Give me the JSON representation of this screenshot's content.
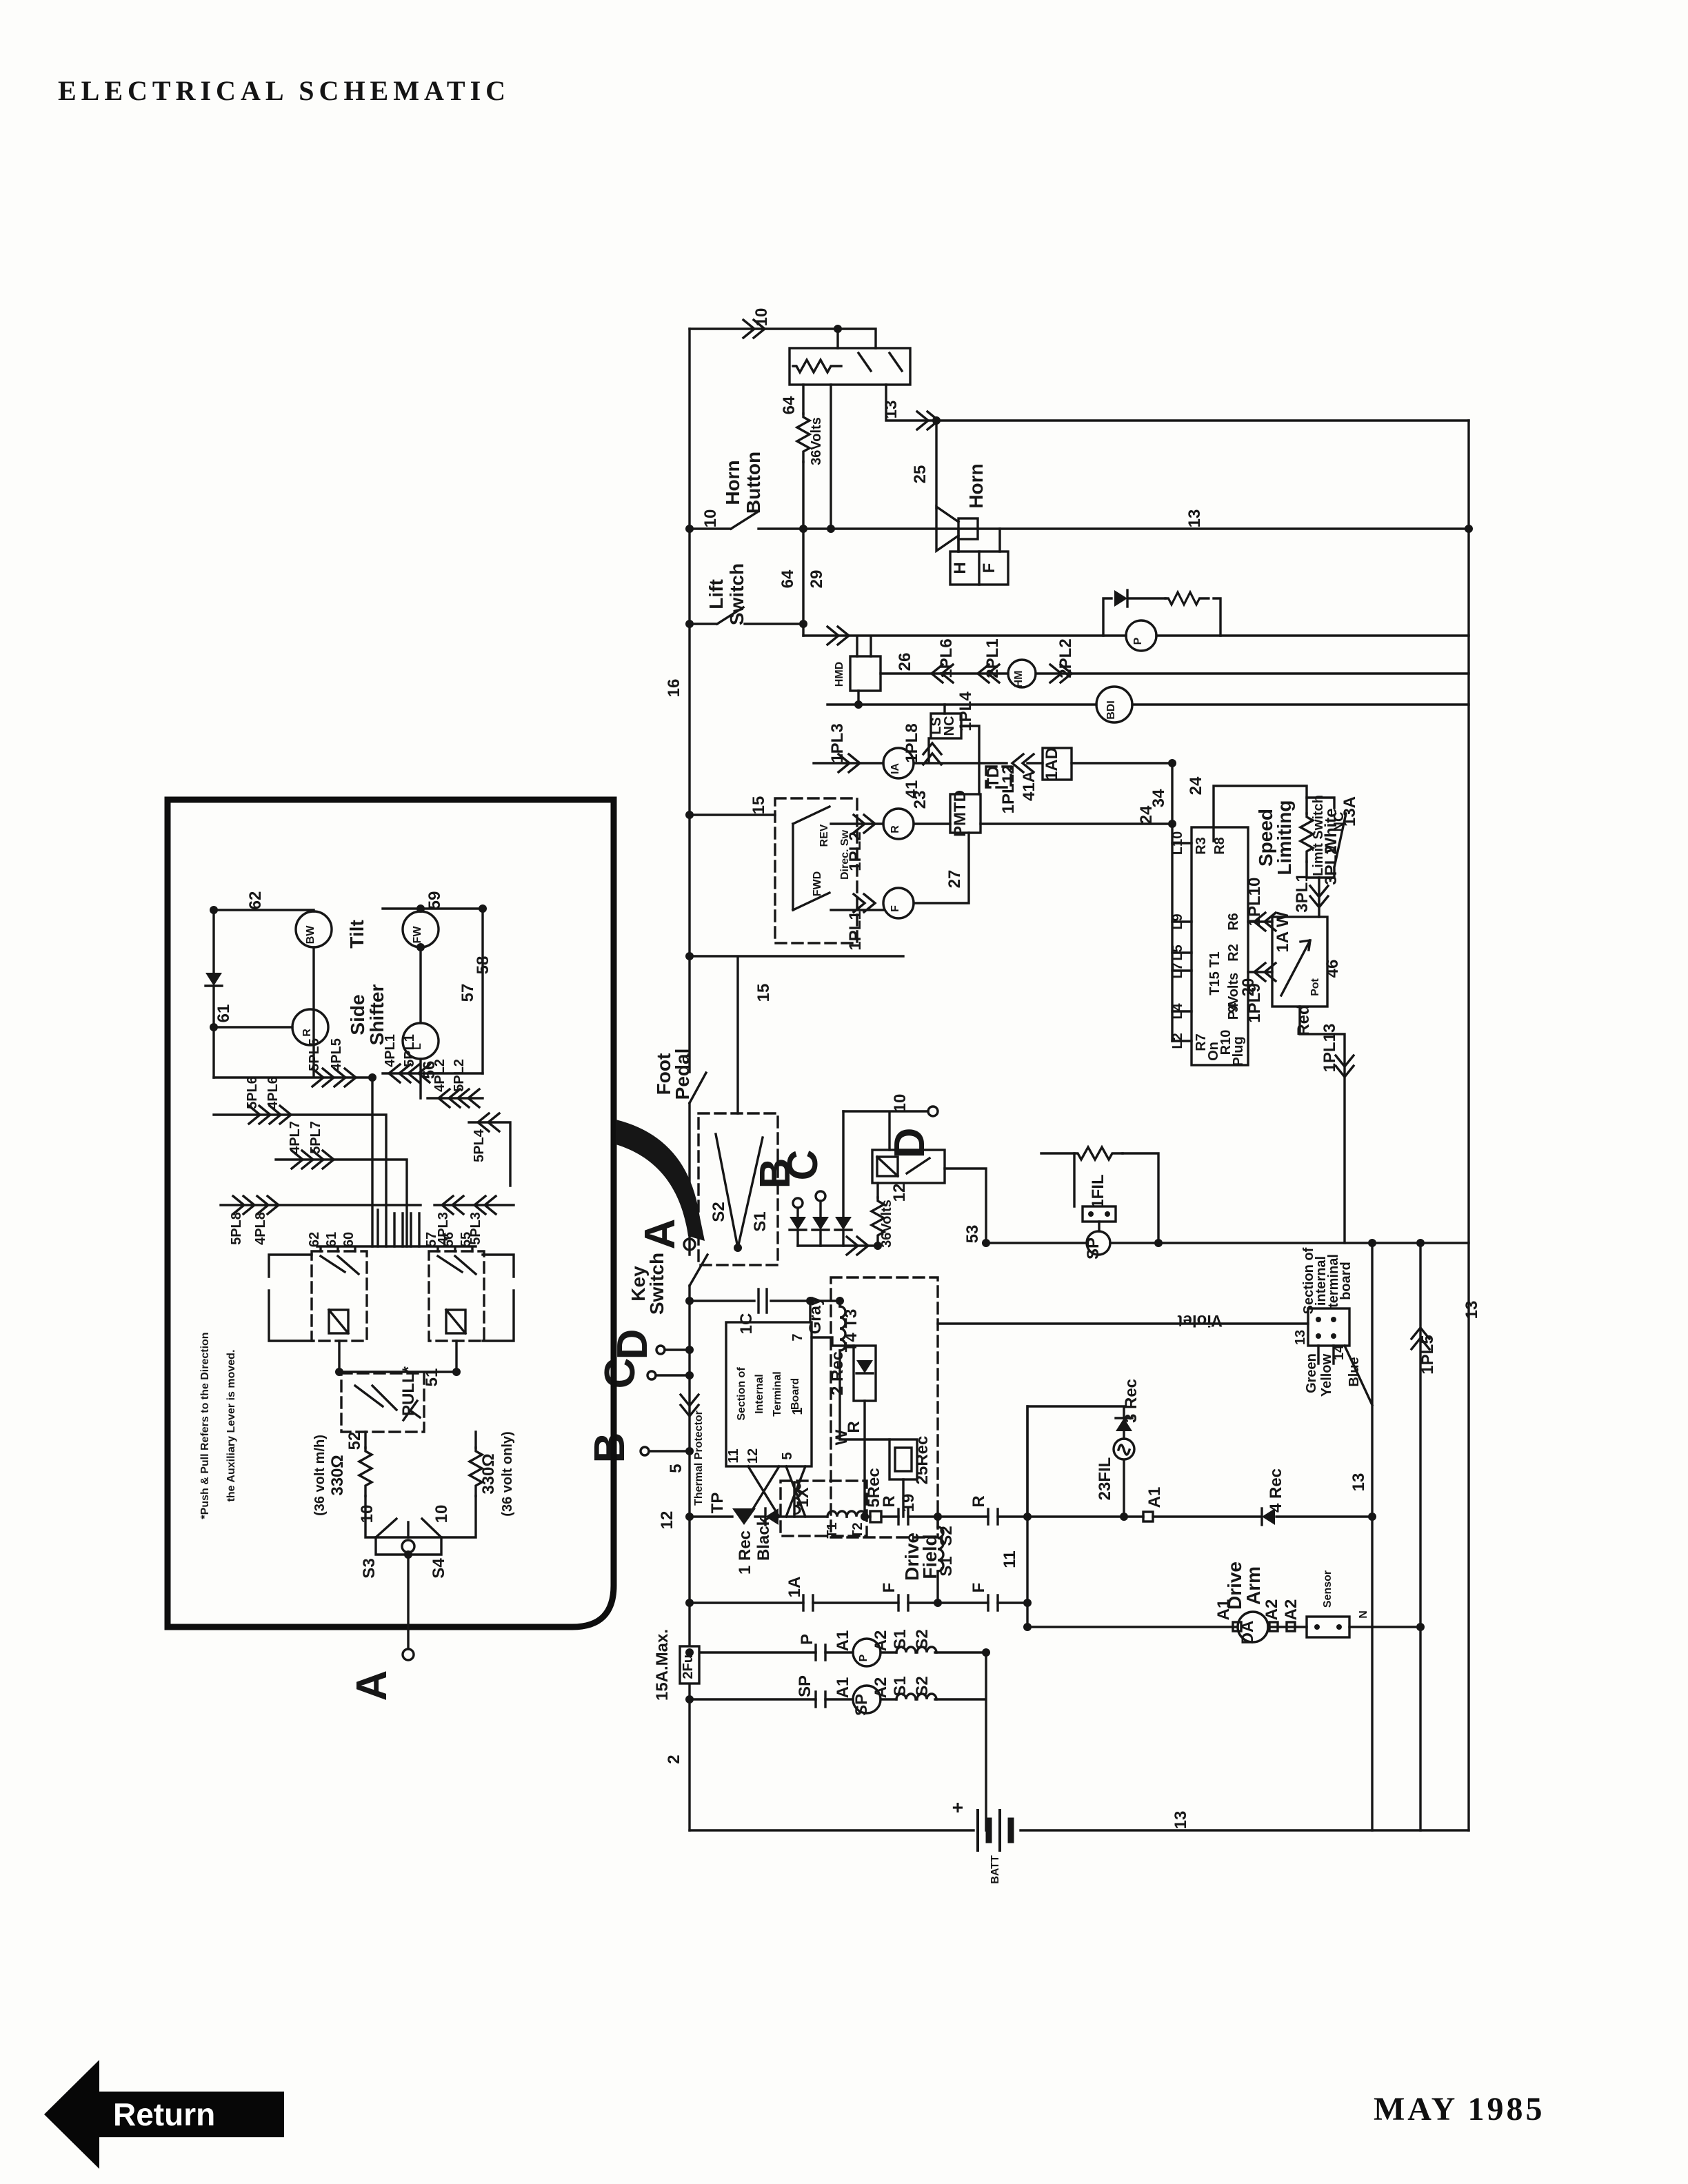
{
  "page": {
    "title": "ELECTRICAL SCHEMATIC",
    "date": "MAY 1985",
    "return_label": "Return"
  },
  "t": {
    "n1": "1",
    "n2": "2",
    "n5": "5",
    "n7": "7",
    "n10": "10",
    "n11": "11",
    "n12": "12",
    "n13": "13",
    "n13a": "13A",
    "n14": "14",
    "n15": "15",
    "n16": "16",
    "n19": "19",
    "n20": "20",
    "n23": "23",
    "n24": "24",
    "n25": "25",
    "n26": "26",
    "n27": "27",
    "n29": "29",
    "n34": "34",
    "n41": "41",
    "n41a": "41A",
    "n46": "46",
    "n53": "53",
    "n64": "64",
    "n51": "51",
    "n52": "52",
    "n55": "55",
    "n56": "56",
    "n57": "57",
    "n58": "58",
    "n59": "59",
    "n60": "60",
    "n61": "61",
    "n62": "62",
    "volts36": "36Volts",
    "volts9": "9Volts",
    "hb1": "Horn",
    "hb2": "Button",
    "lift1": "Lift",
    "lift2": "Switch",
    "horn": "Horn",
    "H": "H",
    "F": "F",
    "hmd": "HMD",
    "hm": "HM",
    "bdi": "BDI",
    "p": "P",
    "ia": "IA",
    "r": "R",
    "f": "F",
    "ls": "LS",
    "nc": "NC",
    "pmtd": "PMTD",
    "td": "TD",
    "ad1": "1AD",
    "fwd": "FWD",
    "rev": "REV",
    "direc": "Direc. Sw",
    "c1pl1": "1PL1",
    "c1pl2": "1PL2",
    "c1pl3": "1PL3",
    "c1pl4": "1PL4",
    "c1pl5": "1PL5",
    "c1pl6": "1PL6",
    "c1pl8": "1PL8",
    "c1pl9": "1PL9",
    "c1pl10": "1PL10",
    "c1pl12": "1PL12",
    "c1pl13": "1PL13",
    "c2pl1": "2PL1",
    "c2pl2": "2PL2",
    "c3pl1": "3PL1",
    "c3pl2": "3PL2",
    "speed1": "Speed",
    "speed2": "Limiting",
    "limitsw": "Limit Switch",
    "white": "White",
    "red": "Red",
    "gray": "Gray",
    "black": "Black",
    "violet": "Violet",
    "green": "Green",
    "yellow": "Yellow",
    "blue": "Blue",
    "l10": "L10",
    "l9": "L9",
    "l5": "L5",
    "l7": "L7",
    "l4": "L4",
    "l2": "L2",
    "r3": "R3",
    "r8": "R8",
    "r6": "R6",
    "r2": "R2",
    "t15t1": "T15 T1",
    "p4": "P4",
    "r7": "R7",
    "r10": "R10",
    "plug": "Plug",
    "on": "On",
    "pot": "Pot",
    "aw": "1A W",
    "foot1": "Foot",
    "foot2": "Pedal",
    "key1": "Key",
    "key2": "Switch",
    "A": "A",
    "B": "B",
    "C": "C",
    "D": "D",
    "s1": "S1",
    "s2": "S2",
    "s3": "S3",
    "s4": "S4",
    "c1": "1C",
    "t4t3": "T4 T3",
    "t1": "T1",
    "t2": "T2",
    "x1": "1X",
    "sec1": "Section of",
    "sec2": "Internal",
    "sec3": "Terminal",
    "sec4": "Board",
    "sec2l": "internal",
    "sec3l": "terminal",
    "sec4l": "board",
    "rec1": "1 Rec",
    "rec2": "2 Rec",
    "rec3": "3 Rec",
    "rec4": "4 Rec",
    "rec5": "5Rec",
    "rec25": "25Rec",
    "w": "W",
    "thermal": "Thermal Protector",
    "tp": "TP",
    "drive1": "Drive",
    "drive2": "Field",
    "arm": "Arm",
    "da": "DA",
    "a1": "A1",
    "a2": "A2",
    "n1a": "1A",
    "fil23": "23FIL",
    "fil1": "1FIL",
    "sp": "SP",
    "n": "N",
    "sensor": "Sensor",
    "fuse1": "15A.Max.",
    "fuse2": "2Fu.",
    "batt": "BATT",
    "plus": "+",
    "tilt": "Tilt",
    "side": "Side",
    "shifter": "Shifter",
    "bw": "BW",
    "l": "L",
    "fw": "FW",
    "c5pl5": "5PL5",
    "c4pl5": "4PL5",
    "c5pl6": "5PL6",
    "c4pl6": "4PL6",
    "c4pl1": "4PL1",
    "c5pl1": "5PL1",
    "c4pl2": "4PL2",
    "c5pl2": "5PL2",
    "c5pl4": "5PL4",
    "c4pl7": "4PL7",
    "c5pl7": "5PL7",
    "c5pl8": "5PL8",
    "c4pl8": "4PL8",
    "c4pl3": "4PL3",
    "c5pl3": "5PL3",
    "note1": "*Push & Pull Refers to the Direction",
    "note2": "the Auxiliary Lever is moved.",
    "pull": "PULL*",
    "ohm330": "330Ω",
    "v36mh": "(36 volt m/h)",
    "v36only": "(36 volt only)"
  }
}
